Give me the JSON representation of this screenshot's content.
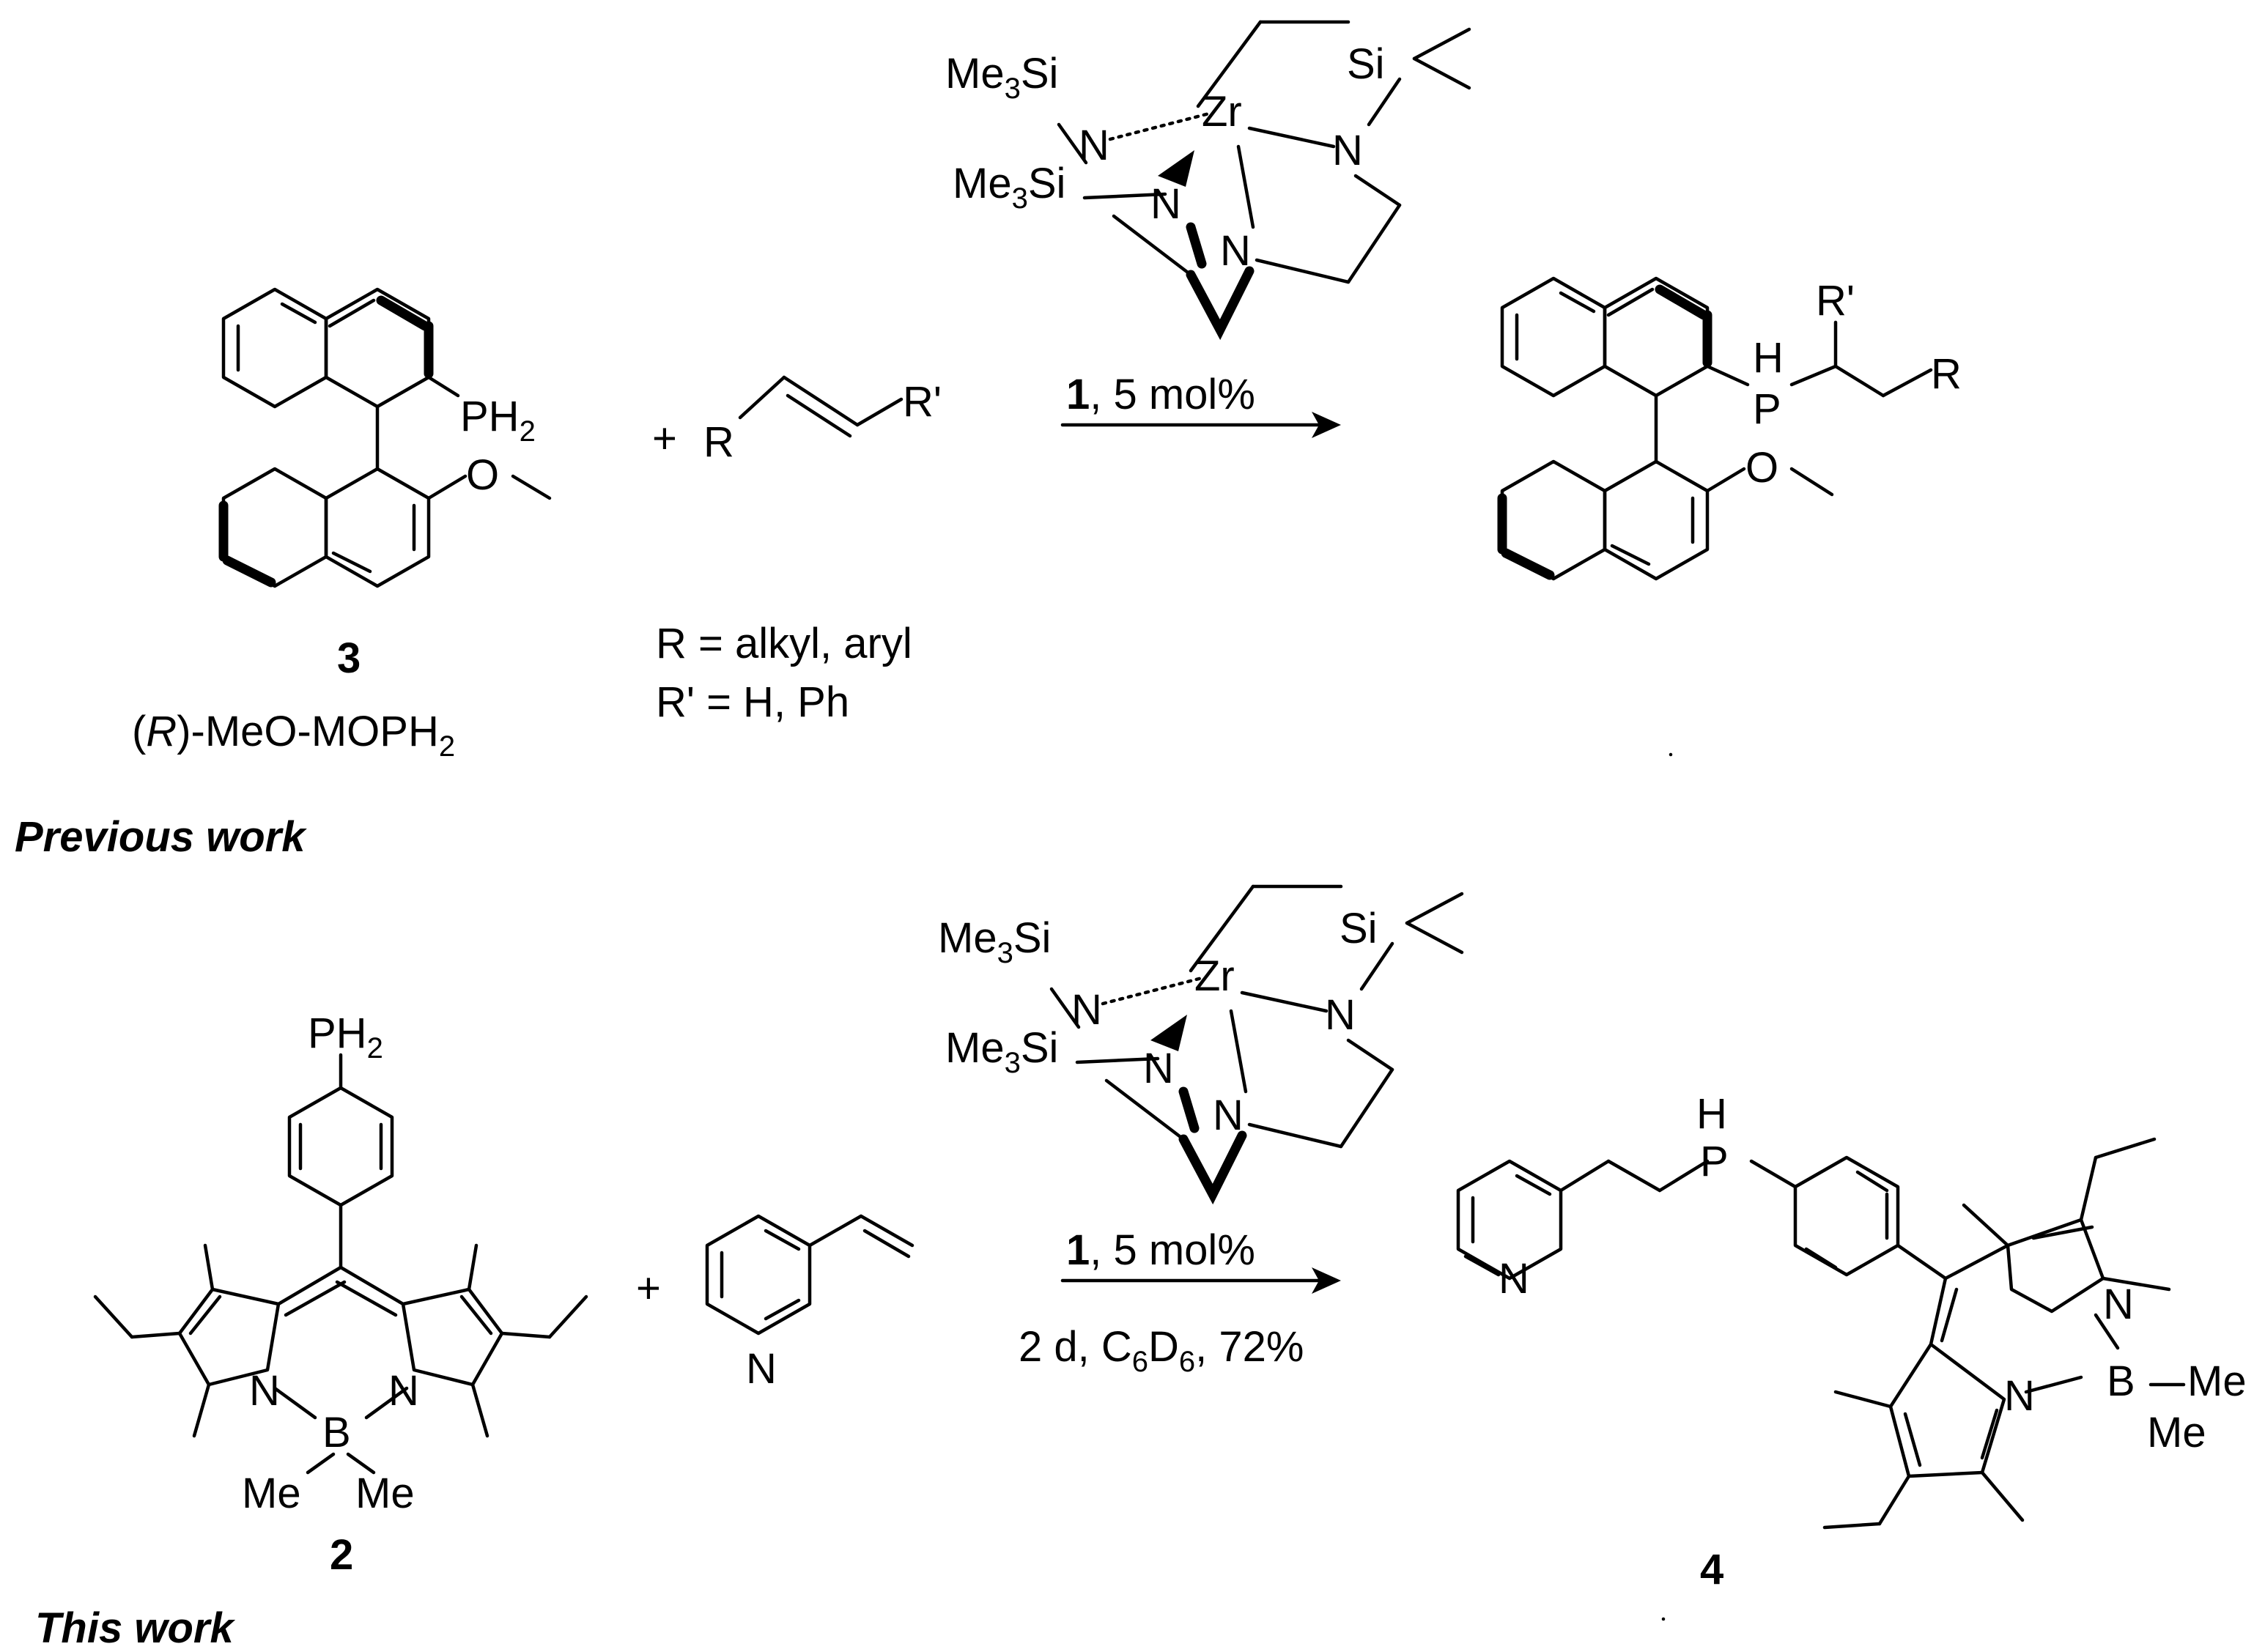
{
  "top": {
    "compound3_number": "3",
    "compound3_name_open": "(",
    "compound3_name_R": "R",
    "compound3_name_rest": ")-MeO-MOPH",
    "compound3_name_sub": "2",
    "plus": "+",
    "substituent_line1": "R = alkyl, aryl",
    "substituent_line2": "R' = H, Ph",
    "catalyst_number": "1",
    "catalyst_loading": ", 5 mol%",
    "section_label": "Previous work"
  },
  "bottom": {
    "compound2_number": "2",
    "plus": "+",
    "catalyst_number": "1",
    "catalyst_loading": ", 5 mol%",
    "conditions_a": "2 d, C",
    "conditions_sub1": "6",
    "conditions_b": "D",
    "conditions_sub2": "6",
    "conditions_c": ", 72%",
    "compound4_number": "4",
    "section_label": "This work"
  },
  "atoms": {
    "PH": "PH",
    "H2": "2",
    "O": "O",
    "R": "R",
    "Rp": "R'",
    "H": "H",
    "P": "P",
    "N": "N",
    "B": "B",
    "Me": "Me",
    "Si": "Si",
    "Zr": "Zr",
    "Me3Si_a": "Me",
    "Me3Si_sub": "3",
    "Me3Si_b": "Si"
  }
}
